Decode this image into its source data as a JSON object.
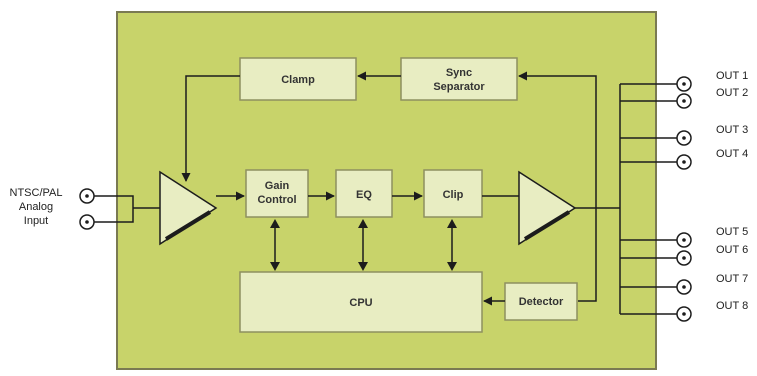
{
  "colors": {
    "panel_fill": "#c8d36a",
    "panel_border": "#7a7a52",
    "block_fill": "#e8edc2",
    "block_border": "#8e9060",
    "line": "#1c1c1c",
    "amp_fill": "#e8edc2"
  },
  "input": {
    "label_line1": "NTSC/PAL",
    "label_line2": "Analog",
    "label_line3": "Input"
  },
  "blocks": {
    "clamp": "Clamp",
    "sync_line1": "Sync",
    "sync_line2": "Separator",
    "gain_line1": "Gain",
    "gain_line2": "Control",
    "eq": "EQ",
    "clip": "Clip",
    "cpu": "CPU",
    "detector": "Detector"
  },
  "outputs": [
    "OUT 1",
    "OUT 2",
    "OUT 3",
    "OUT 4",
    "OUT 5",
    "OUT 6",
    "OUT 7",
    "OUT 8"
  ],
  "icons": {
    "connector": "bnc-connector-icon",
    "amplifier": "amplifier-triangle-icon"
  }
}
